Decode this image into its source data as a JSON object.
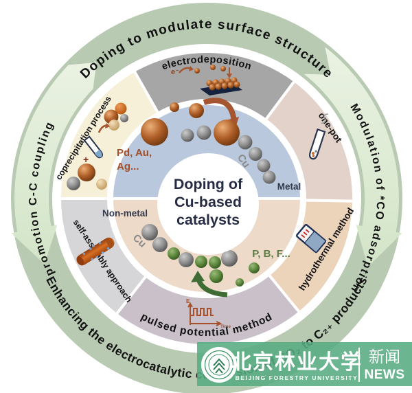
{
  "center": {
    "line1": "Doping of",
    "line2": "Cu-based",
    "line3": "catalysts"
  },
  "outer_ring": {
    "top": "Doping to modulate surface structure",
    "right": "Modulation of *CO adsorption",
    "left": "promotion C-C coupling",
    "bottom": "Enhancing the electrocatalytic conversion of CO₂ to C₂₊ products"
  },
  "methods": {
    "electrodeposition": "electrodeposition",
    "one_pot": "one-pot",
    "hydrothermal": "hydrothermal method",
    "pulsed_potential": "pulsed potential method",
    "self_assembly": "self-assembly approach",
    "coprecipitation": "coprecipitation process"
  },
  "inner": {
    "metal_label": "Metal",
    "nonmetal_label": "Non-metal",
    "metal_dopants_line1": "Pd, Au,",
    "metal_dopants_line2": "Ag...",
    "nonmetal_dopants": "P, B, F...",
    "cu_top": "Cu",
    "cu_bottom": "Cu",
    "electron": "e⁻",
    "plus": "+"
  },
  "pulse_icon": {
    "e_label": "E",
    "time_label": "Time"
  },
  "banner": {
    "university_cn": "北京林业大学",
    "university_en": "BEIJING FORESTRY UNIVERSITY",
    "news_cn": "新闻",
    "news_en": "NEWS"
  },
  "colors": {
    "outer_ring": "#b8cab2",
    "arrow_band": "#e4efdb",
    "segment_electrodeposition": "#a6a6a6",
    "segment_one_pot": "#e2d2c9",
    "segment_hydrothermal": "#ecd4bb",
    "segment_pulsed": "#c9c0ca",
    "segment_self_assembly": "#d6d5d7",
    "segment_coprecipitation": "#f6f0d8",
    "inner_metal": "#b9c8dc",
    "inner_nonmetal": "#eddac9",
    "banner_green": "#56ac82",
    "center_text": "#262c44",
    "metal_dopant_text": "#a34f28",
    "nonmetal_dopant_text": "#5c7d46",
    "cu_label": "#8a8a8a",
    "label_dark": "#333a4d"
  }
}
